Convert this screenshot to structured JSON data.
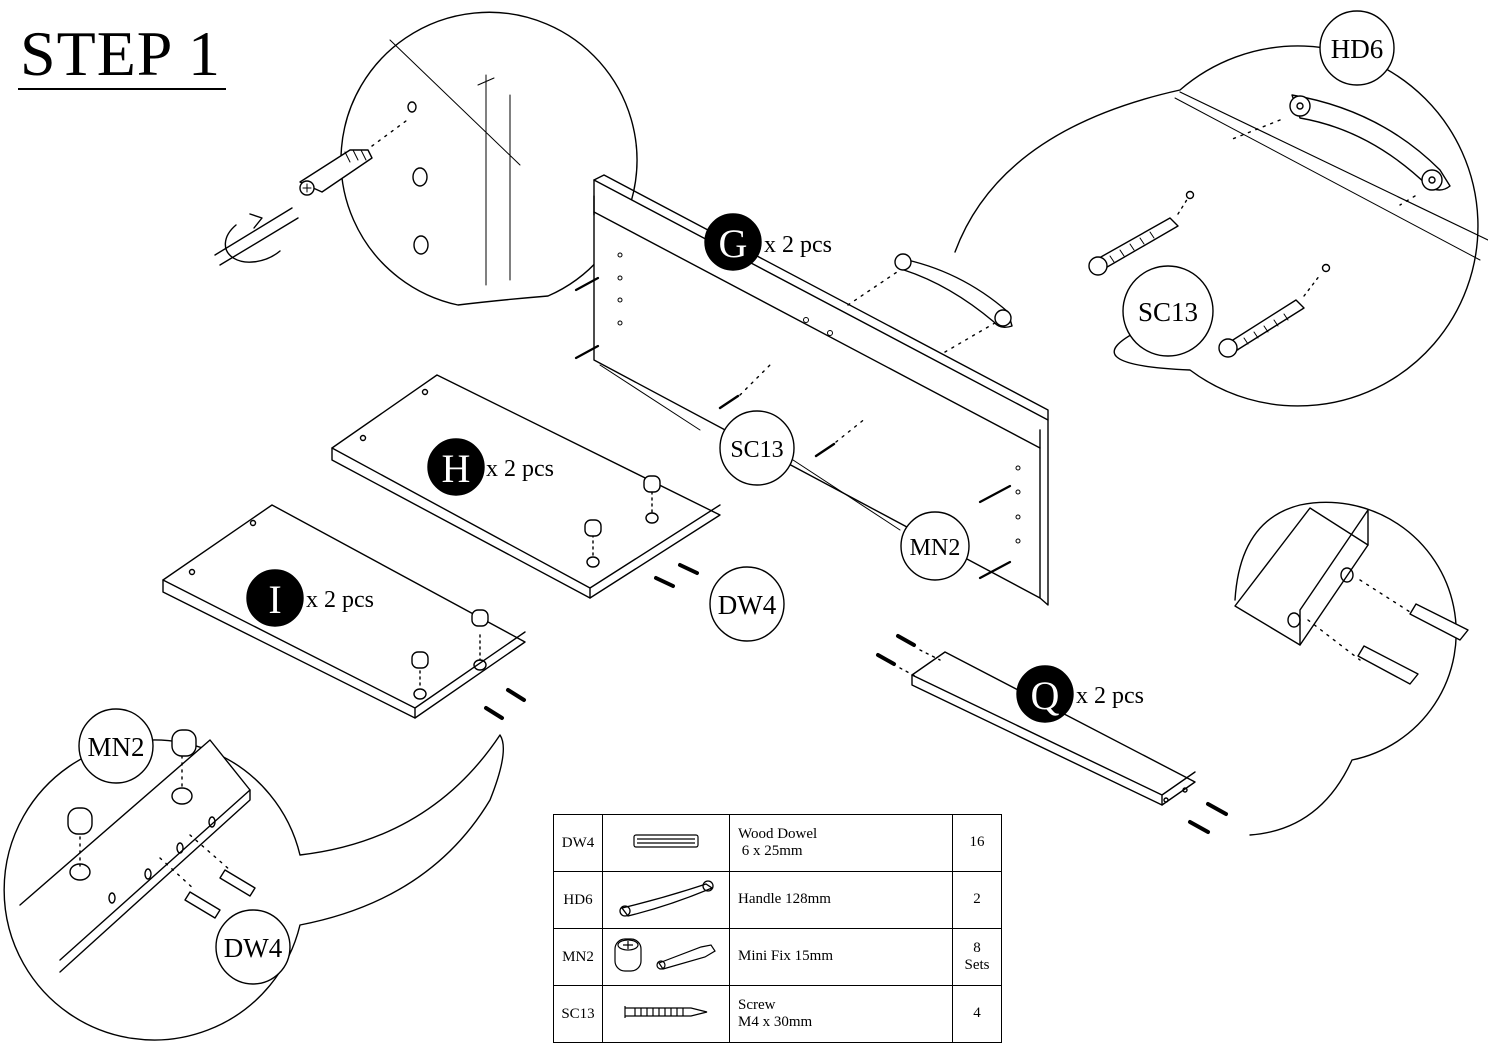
{
  "step_title": "STEP 1",
  "panels": {
    "G": {
      "letter": "G",
      "qty": "x 2 pcs"
    },
    "H": {
      "letter": "H",
      "qty": "x 2 pcs"
    },
    "I": {
      "letter": "I",
      "qty": "x 2 pcs"
    },
    "Q": {
      "letter": "Q",
      "qty": "x 2 pcs"
    }
  },
  "callouts": {
    "hd6": "HD6",
    "sc13_detail": "SC13",
    "sc13_main": "SC13",
    "mn2_main": "MN2",
    "dw4_main": "DW4",
    "mn2_detail": "MN2",
    "dw4_detail": "DW4"
  },
  "parts_table": [
    {
      "code": "DW4",
      "icon": "dowel-icon",
      "desc": [
        "Wood Dowel",
        " 6 x 25mm"
      ],
      "qty": [
        "16"
      ]
    },
    {
      "code": "HD6",
      "icon": "handle-icon",
      "desc": [
        "Handle 128mm"
      ],
      "qty": [
        "2"
      ]
    },
    {
      "code": "MN2",
      "icon": "minifix-icon",
      "desc": [
        "Mini Fix 15mm"
      ],
      "qty": [
        "8",
        "Sets"
      ]
    },
    {
      "code": "SC13",
      "icon": "screw-icon",
      "desc": [
        "Screw",
        "M4 x 30mm"
      ],
      "qty": [
        "4"
      ]
    }
  ]
}
